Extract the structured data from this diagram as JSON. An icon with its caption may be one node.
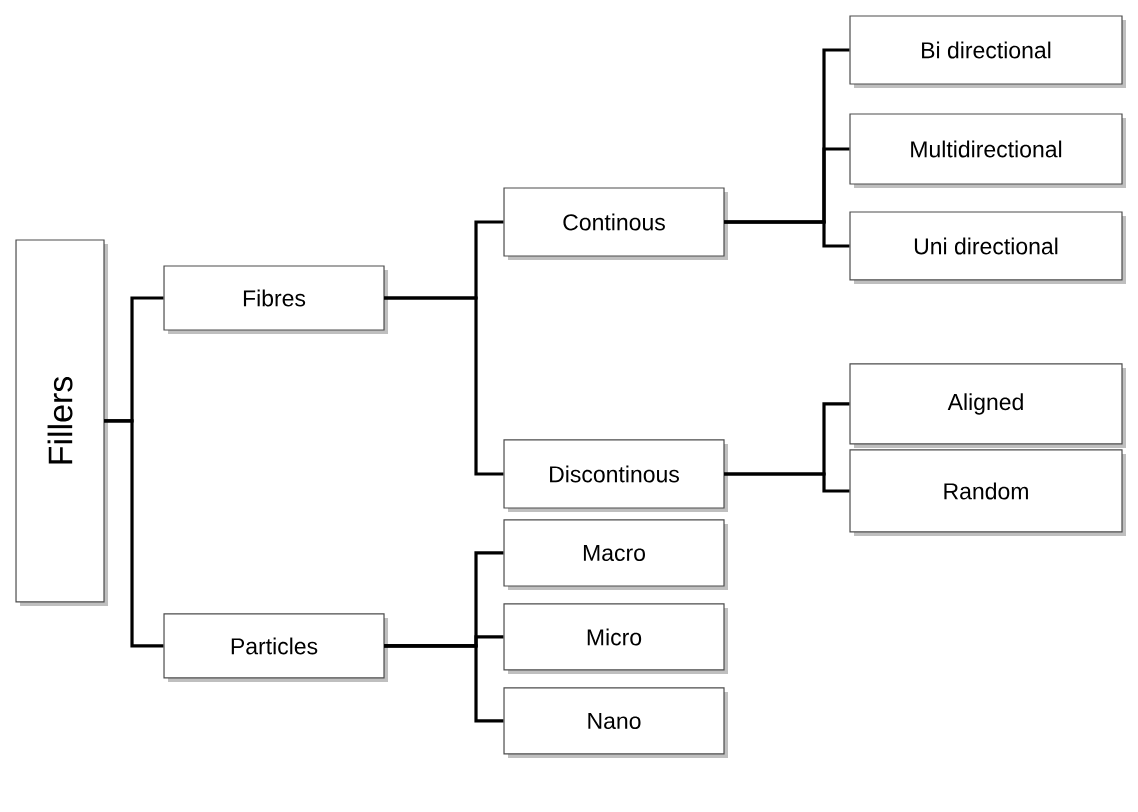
{
  "diagram": {
    "nodes": [
      {
        "text": [
          "Fillers"
        ]
      },
      {
        "text": [
          "Fibres"
        ]
      },
      {
        "text": [
          "Particles"
        ]
      },
      {
        "text": [
          "Continous"
        ]
      },
      {
        "text": [
          "Discontinous"
        ]
      },
      {
        "text": [
          "Bi directional"
        ]
      },
      {
        "text": [
          "Multidirectional"
        ]
      },
      {
        "text": [
          "Uni directional"
        ]
      },
      {
        "text": [
          "Aligned"
        ]
      },
      {
        "text": [
          "Random"
        ]
      },
      {
        "text": [
          "Macro"
        ]
      },
      {
        "text": [
          "Micro"
        ]
      },
      {
        "text": [
          "Nano"
        ]
      }
    ],
    "edges": [
      {
        "from": 0,
        "to": 1,
        "arrow": "none"
      },
      {
        "from": 0,
        "to": 2,
        "arrow": "none"
      },
      {
        "from": 1,
        "to": 3,
        "arrow": "none"
      },
      {
        "from": 1,
        "to": 4,
        "arrow": "none"
      },
      {
        "from": 3,
        "to": 5,
        "arrow": "none"
      },
      {
        "from": 3,
        "to": 6,
        "arrow": "none"
      },
      {
        "from": 3,
        "to": 7,
        "arrow": "none"
      },
      {
        "from": 4,
        "to": 8,
        "arrow": "none"
      },
      {
        "from": 4,
        "to": 9,
        "arrow": "none"
      },
      {
        "from": 2,
        "to": 10,
        "arrow": "none"
      },
      {
        "from": 2,
        "to": 11,
        "arrow": "none"
      },
      {
        "from": 2,
        "to": 12,
        "arrow": "none"
      }
    ]
  }
}
